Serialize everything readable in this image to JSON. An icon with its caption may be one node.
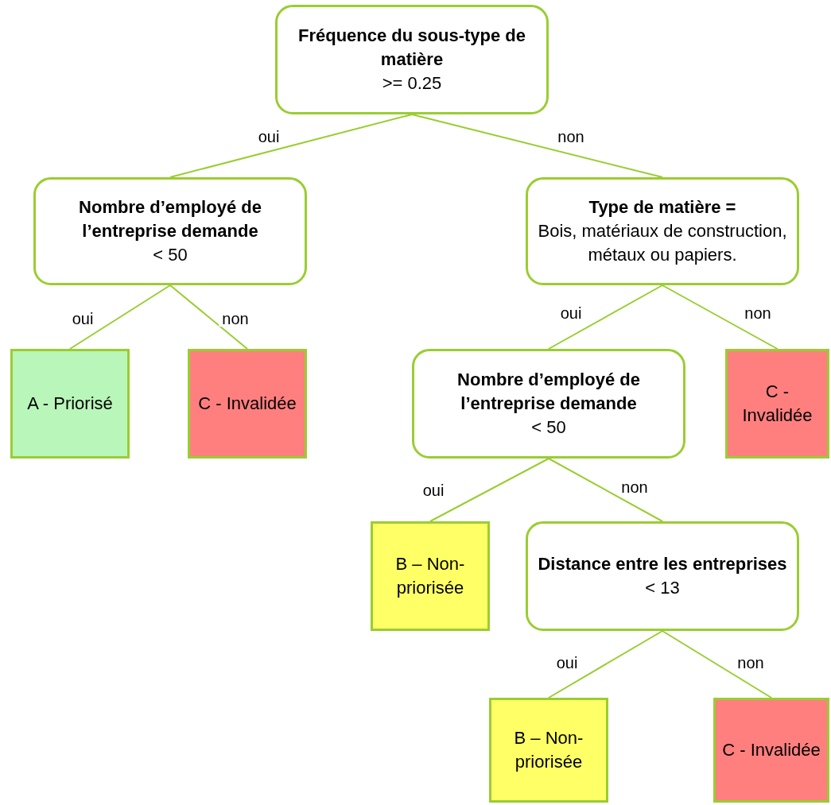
{
  "diagram": {
    "nodes": [
      {
        "text": [
          "Fréquence du sous-type de matière",
          ">= 0.25"
        ]
      },
      {
        "text": [
          "Nombre d’employé de l’entreprise demande",
          "< 50"
        ]
      },
      {
        "text": [
          "Type de matière =",
          "Bois, matériaux de construction, métaux ou papiers."
        ]
      },
      {
        "text": [
          "A - Priorisé"
        ]
      },
      {
        "text": [
          "C - Invalidée"
        ]
      },
      {
        "text": [
          "Nombre d’employé de l’entreprise demande",
          "< 50"
        ]
      },
      {
        "text": [
          "C - Invalidée"
        ]
      },
      {
        "text": [
          "B – Non-priorisée"
        ]
      },
      {
        "text": [
          "Distance entre les entreprises",
          "< 13"
        ]
      },
      {
        "text": [
          "B – Non-priorisée"
        ]
      },
      {
        "text": [
          "C - Invalidée"
        ]
      }
    ],
    "edges": [
      {
        "from": 0,
        "to": 1,
        "arrow": "none",
        "label": "oui"
      },
      {
        "from": 0,
        "to": 2,
        "arrow": "none",
        "label": "non"
      },
      {
        "from": 1,
        "to": 3,
        "arrow": "none",
        "label": "oui"
      },
      {
        "from": 1,
        "to": 4,
        "arrow": "none",
        "label": "non"
      },
      {
        "from": 2,
        "to": 5,
        "arrow": "none",
        "label": "oui"
      },
      {
        "from": 2,
        "to": 6,
        "arrow": "none",
        "label": "non"
      },
      {
        "from": 5,
        "to": 7,
        "arrow": "none",
        "label": "oui"
      },
      {
        "from": 5,
        "to": 8,
        "arrow": "none",
        "label": "non"
      },
      {
        "from": 8,
        "to": 9,
        "arrow": "none",
        "label": "oui"
      },
      {
        "from": 8,
        "to": 10,
        "arrow": "none",
        "label": "non"
      }
    ]
  }
}
